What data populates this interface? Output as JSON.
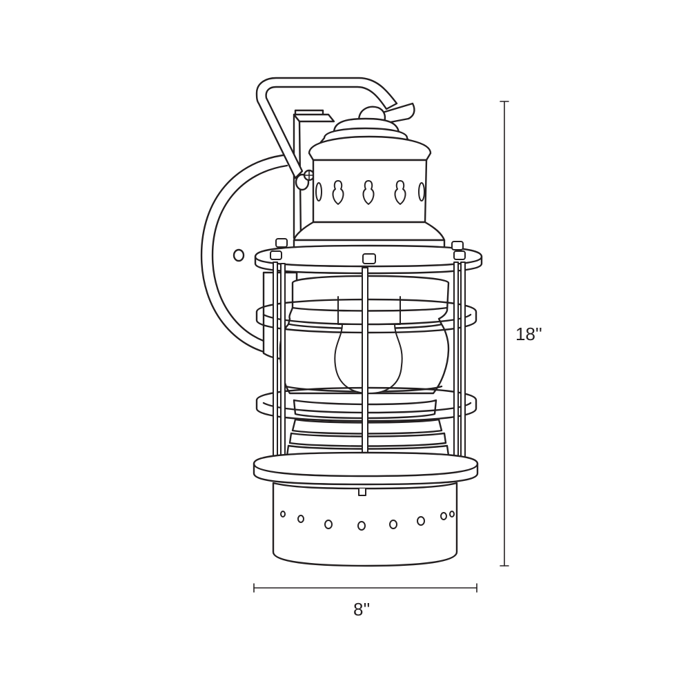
{
  "dimensions": {
    "height_label": "18''",
    "width_label": "8''"
  },
  "colors": {
    "line": "#231f20",
    "background": "#ffffff"
  },
  "icons": {
    "main": "lantern-wall-sconce-line-drawing"
  }
}
